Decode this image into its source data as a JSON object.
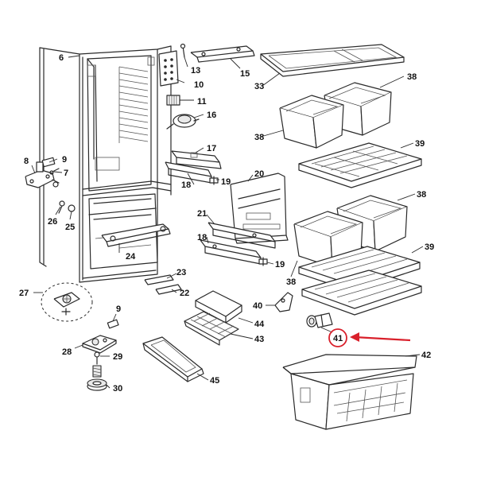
{
  "diagram": {
    "labels": [
      {
        "id": "p6",
        "text": "6"
      },
      {
        "id": "p8",
        "text": "8"
      },
      {
        "id": "p9a",
        "text": "9"
      },
      {
        "id": "p7",
        "text": "7"
      },
      {
        "id": "p26",
        "text": "26"
      },
      {
        "id": "p25",
        "text": "25"
      },
      {
        "id": "p27",
        "text": "27"
      },
      {
        "id": "p9b",
        "text": "9"
      },
      {
        "id": "p28",
        "text": "28"
      },
      {
        "id": "p29",
        "text": "29"
      },
      {
        "id": "p30",
        "text": "30"
      },
      {
        "id": "p24",
        "text": "24"
      },
      {
        "id": "p13",
        "text": "13"
      },
      {
        "id": "p15",
        "text": "15"
      },
      {
        "id": "p10",
        "text": "10"
      },
      {
        "id": "p11",
        "text": "11"
      },
      {
        "id": "p16",
        "text": "16"
      },
      {
        "id": "p17",
        "text": "17"
      },
      {
        "id": "p18a",
        "text": "18"
      },
      {
        "id": "p19a",
        "text": "19"
      },
      {
        "id": "p20",
        "text": "20"
      },
      {
        "id": "p21",
        "text": "21"
      },
      {
        "id": "p18b",
        "text": "18"
      },
      {
        "id": "p19b",
        "text": "19"
      },
      {
        "id": "p23",
        "text": "23"
      },
      {
        "id": "p22",
        "text": "22"
      },
      {
        "id": "p40",
        "text": "40"
      },
      {
        "id": "p44",
        "text": "44"
      },
      {
        "id": "p43",
        "text": "43"
      },
      {
        "id": "p45",
        "text": "45"
      },
      {
        "id": "p33",
        "text": "33"
      },
      {
        "id": "p38a",
        "text": "38"
      },
      {
        "id": "p38b",
        "text": "38"
      },
      {
        "id": "p39a",
        "text": "39"
      },
      {
        "id": "p38c",
        "text": "38"
      },
      {
        "id": "p39b",
        "text": "39"
      },
      {
        "id": "p38d",
        "text": "38"
      },
      {
        "id": "p41",
        "text": "41"
      },
      {
        "id": "p42",
        "text": "42"
      }
    ],
    "highlight": {
      "label": "41",
      "color": "#d9202b"
    }
  }
}
